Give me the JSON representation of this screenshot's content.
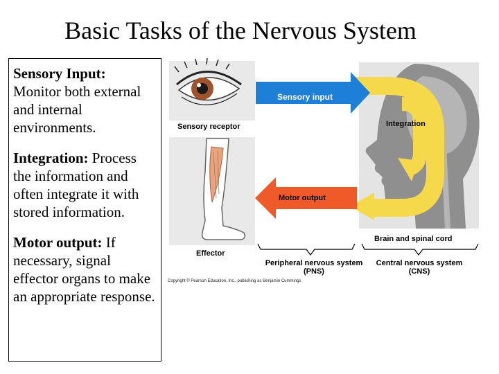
{
  "title": "Basic Tasks of the Nervous System",
  "paragraphs": [
    {
      "heading": "Sensory Input:",
      "text": "Monitor both external and internal environments."
    },
    {
      "heading": "Integration:",
      "text": "Process the information and often integrate it with stored information."
    },
    {
      "heading": "Motor output:",
      "text": "If necessary, signal effector organs to make an appropriate response."
    }
  ],
  "figure": {
    "sensory_receptor": "Sensory receptor",
    "effector": "Effector",
    "sensory_input": "Sensory input",
    "motor_output": "Motor output",
    "integration": "Integration",
    "brain_spinal": "Brain and spinal cord",
    "pns": "Peripheral nervous system (PNS)",
    "cns": "Central nervous system (CNS)",
    "copyright": "Copyright © Pearson Education, Inc., publishing as Benjamin Cummings",
    "colors": {
      "sensory_arrow": "#1e7fd6",
      "motor_arrow": "#f05a28",
      "integration_loop": "#f6d94a",
      "head_silhouette": "#8f8f8f",
      "panel_bg": "#e6e6e6"
    }
  }
}
